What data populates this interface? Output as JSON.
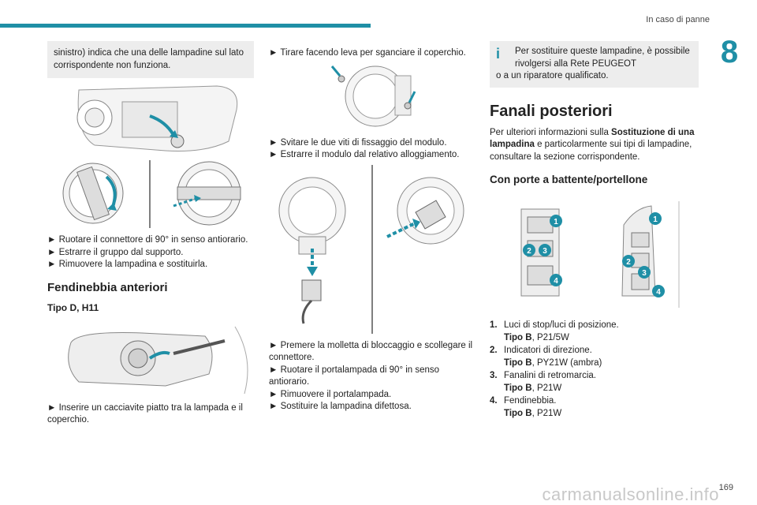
{
  "header": {
    "section_title": "In caso di panne",
    "chapter": "8"
  },
  "col1": {
    "intro": "sinistro) indica che una delle lampadine sul lato corrispondente non funziona.",
    "steps_a": [
      "  Ruotare il connettore di 90° in senso antiorario.",
      "Estrarre il gruppo dal supporto.",
      "Rimuovere la lampadina e sostituirla."
    ],
    "fog_title": "Fendinebbia anteriori",
    "fog_subtitle": "Tipo D, H11",
    "steps_b": [
      "Inserire un cacciavite piatto tra la lampada e il coperchio."
    ]
  },
  "col2": {
    "steps_a": [
      "Tirare facendo leva per sganciare il coperchio."
    ],
    "steps_b": [
      "Svitare le due viti di fissaggio del modulo.",
      "Estrarre il modulo dal relativo alloggiamento."
    ],
    "steps_c": [
      "Premere la molletta di bloccaggio e scollegare il connettore.",
      "Ruotare il portalampada di 90° in senso antiorario.",
      "Rimuovere il portalampada.",
      "Sostituire la lampadina difettosa."
    ]
  },
  "col3": {
    "info_line1": "Per sostituire queste lampadine, è possibile rivolgersi alla Rete PEUGEOT",
    "info_line2": "o a un riparatore qualificato.",
    "rear_title": "Fanali posteriori",
    "rear_intro_a": "Per ulteriori informazioni sulla ",
    "rear_intro_bold": "Sostituzione di una lampadina",
    "rear_intro_b": " e particolarmente sui tipi di lampadine, consultare la sezione corrispondente.",
    "doors_title": "Con porte a battente/portellone",
    "callouts": [
      "1",
      "2",
      "3",
      "4"
    ],
    "items": [
      {
        "num": "1.",
        "label": "Luci di stop/luci di posizione.",
        "type_label": "Tipo B",
        "bulb": ", P21/5W"
      },
      {
        "num": "2.",
        "label": "Indicatori di direzione.",
        "type_label": "Tipo B",
        "bulb": ", PY21W (ambra)"
      },
      {
        "num": "3.",
        "label": "Fanalini di retromarcia.",
        "type_label": "Tipo B",
        "bulb": ", P21W"
      },
      {
        "num": "4.",
        "label": "Fendinebbia.",
        "type_label": "Tipo B",
        "bulb": ", P21W"
      }
    ]
  },
  "footer": {
    "page_number": "169",
    "watermark": "carmanualsonline.info"
  },
  "colors": {
    "accent": "#1f8fa6",
    "box_gray": "#ededed"
  }
}
